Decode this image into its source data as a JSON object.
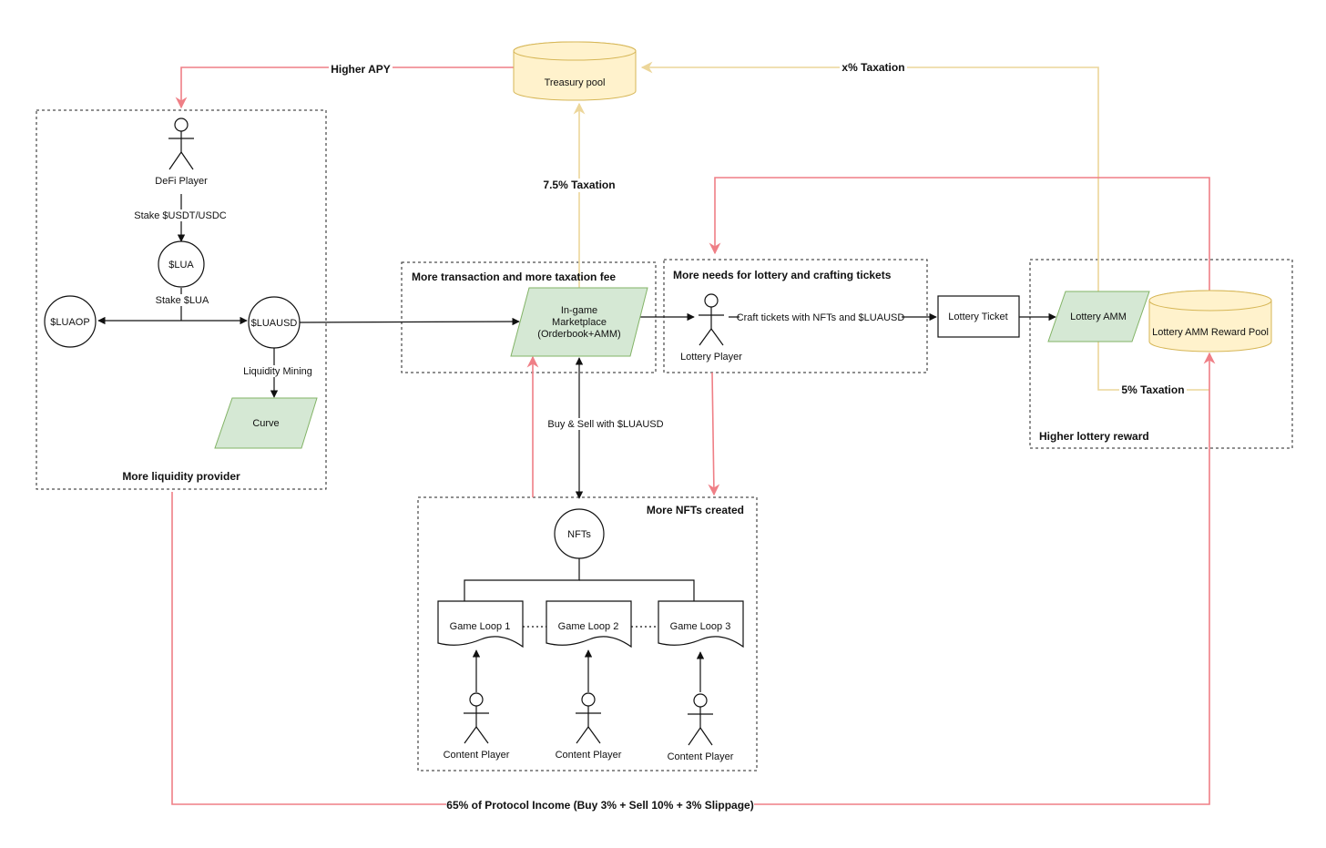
{
  "colors": {
    "red_flow": "#ef7f86",
    "yellow_flow": "#ecd69a",
    "green_fill": "#d5e8d4",
    "green_stroke": "#82b366",
    "yellow_fill": "#fff2cc",
    "yellow_stroke": "#d6b656"
  },
  "groups": {
    "liquidity": "More liquidity provider",
    "marketplace": "More transaction and more taxation fee",
    "lottery_needs": "More needs for lottery and crafting tickets",
    "lottery_reward": "Higher lottery reward",
    "nfts_created": "More NFTs created"
  },
  "nodes": {
    "treasury_pool": "Treasury pool",
    "defi_player": "DeFi Player",
    "lua": "$LUA",
    "luaop": "$LUAOP",
    "luausd": "$LUAUSD",
    "curve": "Curve",
    "marketplace_line1": "In-game",
    "marketplace_line2": "Marketplace",
    "marketplace_line3": "(Orderbook+AMM)",
    "lottery_player": "Lottery Player",
    "lottery_ticket": "Lottery Ticket",
    "lottery_amm": "Lottery AMM",
    "lottery_amm_pool": "Lottery AMM Reward Pool",
    "nfts": "NFTs",
    "game_loop_1": "Game Loop 1",
    "game_loop_2": "Game Loop 2",
    "game_loop_3": "Game Loop 3",
    "content_player_1": "Content Player",
    "content_player_2": "Content Player",
    "content_player_3": "Content Player"
  },
  "edges": {
    "higher_apy": "Higher APY",
    "x_taxation": "x% Taxation",
    "taxation_7_5": "7.5% Taxation",
    "stake_usdt": "Stake $USDT/USDC",
    "stake_lua": "Stake $LUA",
    "liquidity_mining": "Liquidity Mining",
    "craft_tickets": "Craft tickets with NFTs and $LUAUSD",
    "buy_sell": "Buy & Sell with $LUAUSD",
    "taxation_5": "5% Taxation",
    "protocol_income": "65% of Protocol Income (Buy 3% + Sell 10% + 3% Slippage)"
  }
}
